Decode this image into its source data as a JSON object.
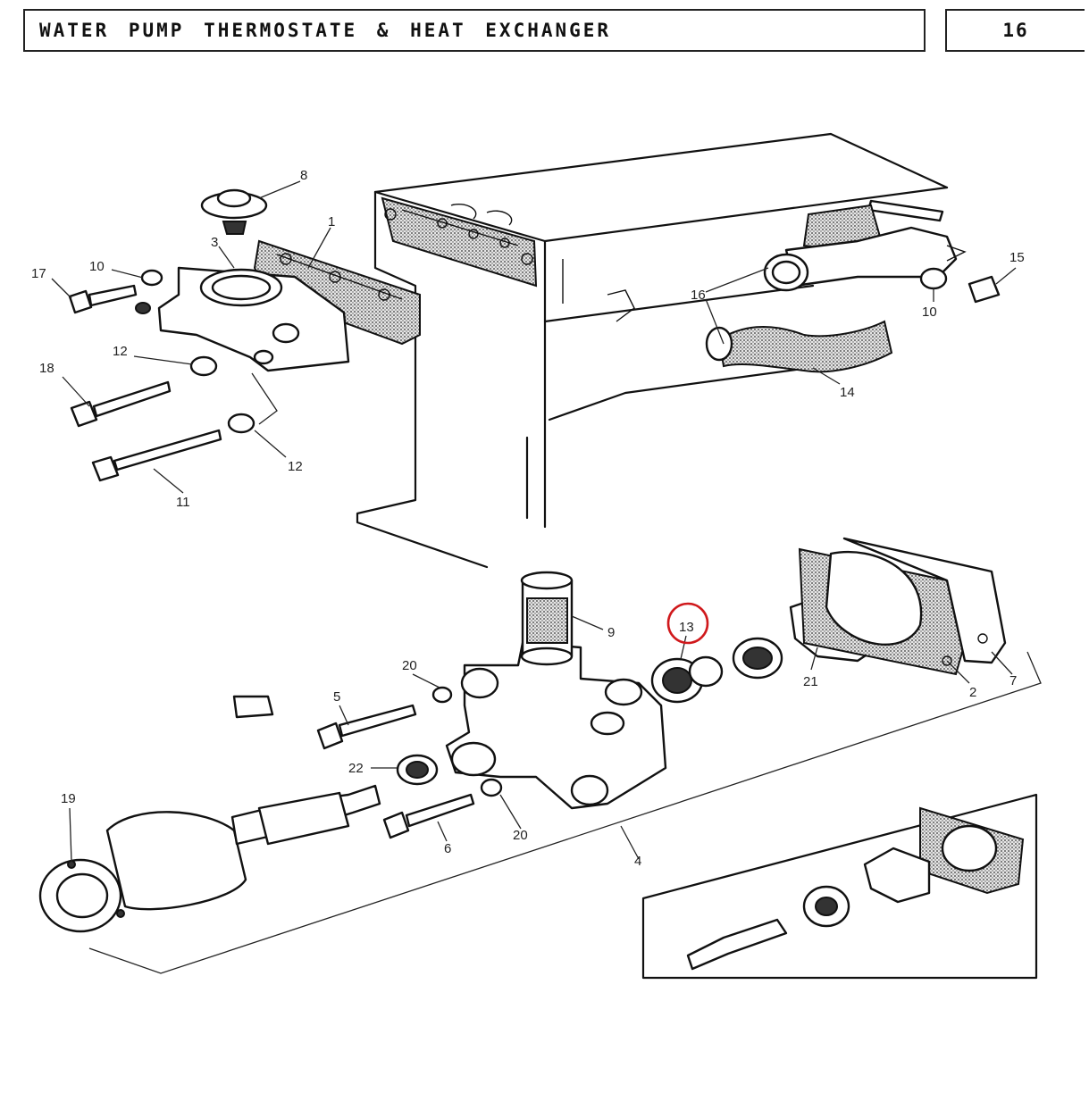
{
  "header": {
    "title": "WATER PUMP THERMOSTATE & HEAT EXCHANGER",
    "page_number": "16"
  },
  "callouts": {
    "c1": "1",
    "c2": "2",
    "c3": "3",
    "c4": "4",
    "c5": "5",
    "c6": "6",
    "c7": "7",
    "c8": "8",
    "c9": "9",
    "c10a": "10",
    "c10b": "10",
    "c11": "11",
    "c12a": "12",
    "c12b": "12",
    "c13": "13",
    "c14": "14",
    "c15": "15",
    "c16": "16",
    "c17": "17",
    "c18": "18",
    "c19": "19",
    "c20a": "20",
    "c20b": "20",
    "c21": "21",
    "c22": "22"
  },
  "highlight": {
    "callout": "13",
    "color": "#d0191c"
  }
}
